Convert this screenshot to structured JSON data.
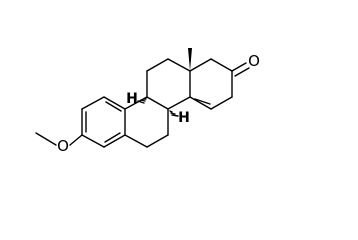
{
  "molecule": {
    "atom_labels": {
      "ketone_oxygen": "O",
      "ether_oxygen": "O",
      "stereo_h_upper": "H",
      "stereo_h_lower": "H"
    },
    "stereo_features": {
      "angular_methyl": "wedge-bond",
      "ring_fusion_hydrogens": "hashed-wedge-bonds"
    },
    "colors": {
      "ink": "#000000",
      "background": "#ffffff"
    }
  }
}
